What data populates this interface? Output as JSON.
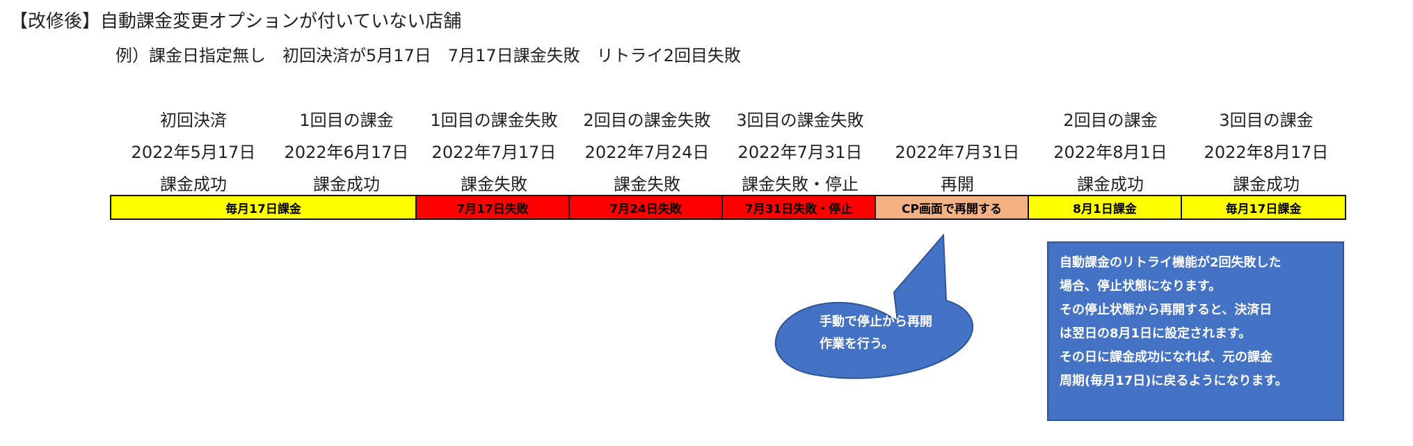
{
  "header": {
    "title": "【改修後】自動課金変更オプションが付いていない店舗",
    "example": "例）課金日指定無し　初回決済が5月17日　7月17日課金失敗　リトライ2回目失敗"
  },
  "columns": [
    {
      "event": "初回決済",
      "date": "2022年5月17日",
      "status": "課金成功"
    },
    {
      "event": "1回目の課金",
      "date": "2022年6月17日",
      "status": "課金成功"
    },
    {
      "event": "1回目の課金失敗",
      "date": "2022年7月17日",
      "status": "課金失敗"
    },
    {
      "event": "2回目の課金失敗",
      "date": "2022年7月24日",
      "status": "課金失敗"
    },
    {
      "event": "3回目の課金失敗",
      "date": "2022年7月31日",
      "status": "課金失敗・停止"
    },
    {
      "event": "",
      "date": "2022年7月31日",
      "status": "再開"
    },
    {
      "event": "2回目の課金",
      "date": "2022年8月1日",
      "status": "課金成功"
    },
    {
      "event": "3回目の課金",
      "date": "2022年8月17日",
      "status": "課金成功"
    }
  ],
  "bar": {
    "segments": [
      {
        "label": "毎月17日課金",
        "bg": "#ffff00",
        "color": "#000000"
      },
      {
        "label": "7月17日失敗",
        "bg": "#ff0000",
        "color": "#000000"
      },
      {
        "label": "7月24日失敗",
        "bg": "#ff0000",
        "color": "#000000"
      },
      {
        "label": "7月31日失敗・停止",
        "bg": "#ff0000",
        "color": "#000000"
      },
      {
        "label": "CP画面で再開する",
        "bg": "#f4b183",
        "color": "#000000"
      },
      {
        "label": "8月1日課金",
        "bg": "#ffff00",
        "color": "#000000"
      },
      {
        "label": "毎月17日課金",
        "bg": "#ffff00",
        "color": "#000000"
      }
    ]
  },
  "callout": {
    "line1": "手動で停止から再開",
    "line2": "作業を行う。",
    "fill": "#4472c4"
  },
  "note": {
    "lines": [
      "自動課金のリトライ機能が2回失敗した",
      "場合、停止状態になります。",
      "その停止状態から再開すると、決済日",
      "は翌日の8月1日に設定されます。",
      "その日に課金成功になれば、元の課金",
      "周期(毎月17日)に戻るようになります。"
    ],
    "fill": "#4472c4"
  }
}
